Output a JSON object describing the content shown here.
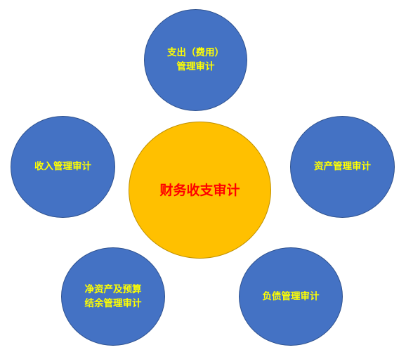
{
  "center": {
    "label": "财务收支审计"
  },
  "nodes": {
    "top": {
      "line1": "支出（费用）",
      "line2": "管理审计"
    },
    "left": {
      "line1": "收入管理审计"
    },
    "right": {
      "line1": "资产管理审计"
    },
    "bottom_left": {
      "line1": "净资产及预算",
      "line2": "结余管理审计"
    },
    "bottom_right": {
      "line1": "负债管理审计"
    }
  },
  "colors": {
    "outer_fill": "#4472c4",
    "outer_text": "#ffff00",
    "center_fill": "#ffc000",
    "center_text": "#ff0000"
  }
}
